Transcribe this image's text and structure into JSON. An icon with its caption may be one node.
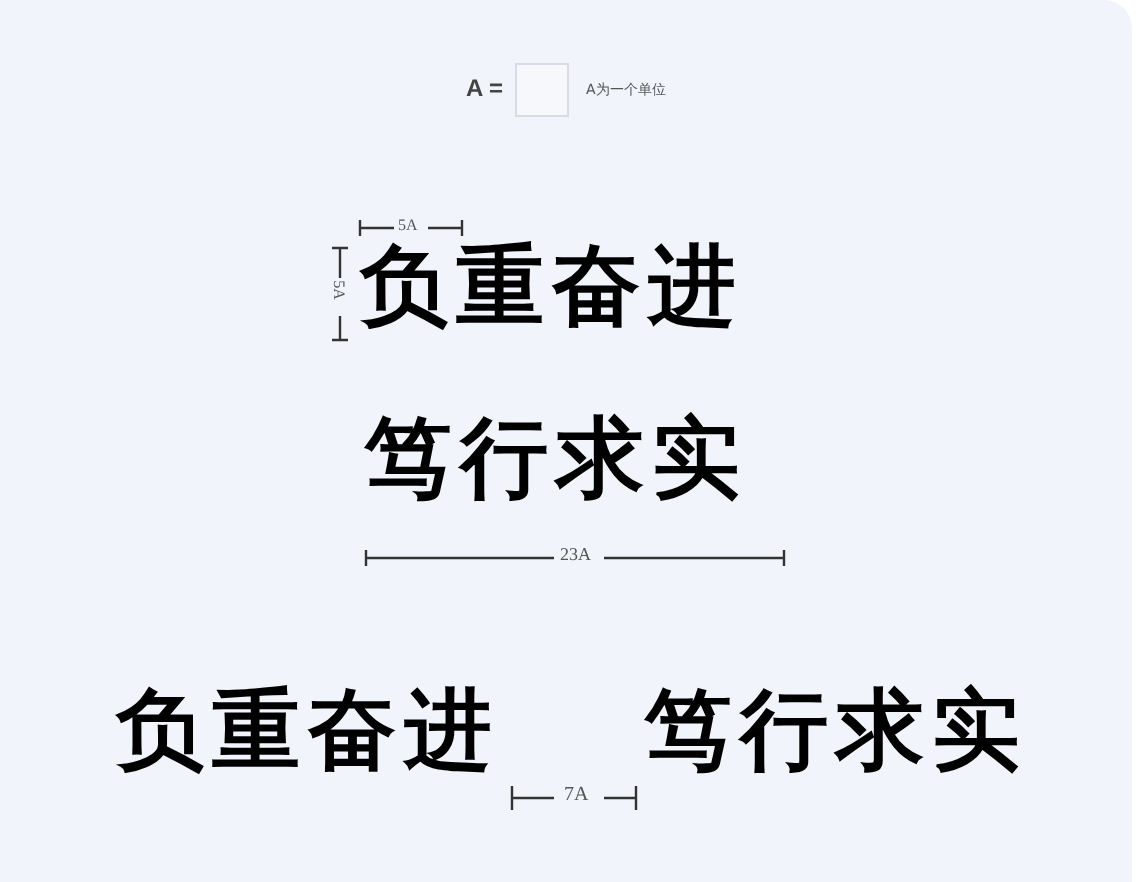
{
  "diagram": {
    "labels": [
      "A =",
      "A为一个单位",
      "5A",
      "5A",
      "负重奋进",
      "笃行求实",
      "23A",
      "负重奋进",
      "笃行求实",
      "7A"
    ]
  }
}
